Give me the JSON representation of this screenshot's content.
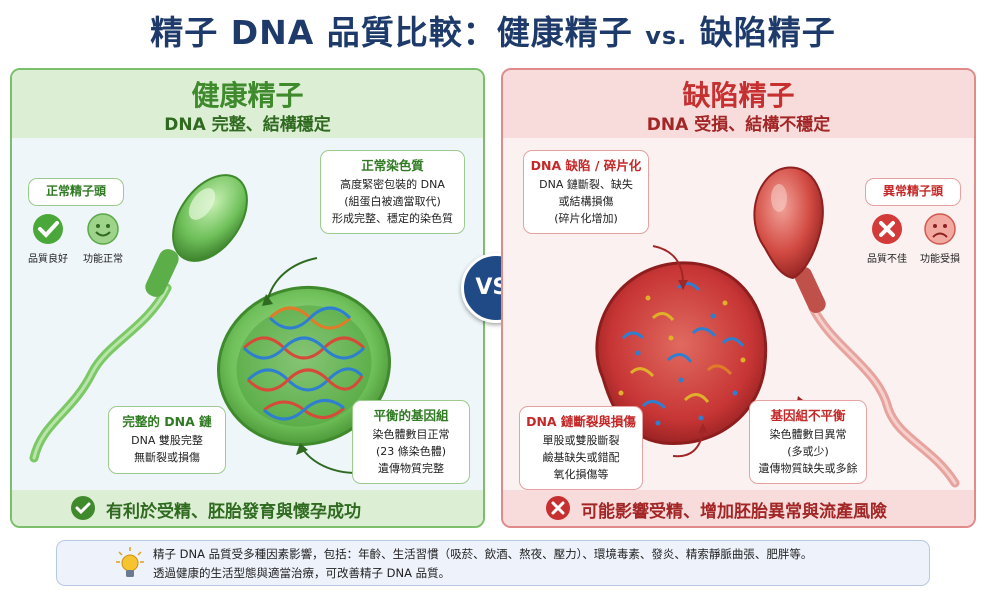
{
  "title": {
    "prefix": "精子 DNA 品質比較：健康精子",
    "vs": "vs.",
    "suffix": "缺陷精子"
  },
  "left": {
    "heading": "健康精子",
    "subheading": "DNA 完整、結構穩定",
    "head_label": {
      "title": "正常精子頭",
      "items": [
        "品質良好",
        "功能正常"
      ]
    },
    "chromatin": {
      "title": "正常染色質",
      "lines": [
        "高度緊密包裝的 DNA",
        "(組蛋白被適當取代)",
        "形成完整、穩定的染色質"
      ]
    },
    "dna_chain": {
      "title": "完整的 DNA 鏈",
      "lines": [
        "DNA 雙股完整",
        "無斷裂或損傷"
      ]
    },
    "genome": {
      "title": "平衡的基因組",
      "lines": [
        "染色體數目正常",
        "(23 條染色體)",
        "遺傳物質完整"
      ]
    },
    "footer": "有利於受精、胚胎發育與懷孕成功",
    "colors": {
      "accent": "#3f8a2c",
      "cell": "#6fc05a"
    }
  },
  "vs_label": "VS.",
  "right": {
    "heading": "缺陷精子",
    "subheading": "DNA 受損、結構不穩定",
    "head_label": {
      "title": "異常精子頭",
      "items": [
        "品質不佳",
        "功能受損"
      ]
    },
    "defect": {
      "title": "DNA 缺陷 / 碎片化",
      "lines": [
        "DNA 鏈斷裂、缺失",
        "或結構損傷",
        "(碎片化增加)"
      ]
    },
    "breaks": {
      "title": "DNA 鏈斷裂與損傷",
      "lines": [
        "單股或雙股斷裂",
        "鹼基缺失或錯配",
        "氧化損傷等"
      ]
    },
    "imbalance": {
      "title": "基因組不平衡",
      "lines": [
        "染色體數目異常",
        "(多或少)",
        "遺傳物質缺失或多餘"
      ]
    },
    "footer": "可能影響受精、增加胚胎異常與流產風險",
    "colors": {
      "accent": "#c73030",
      "cell": "#d94545"
    }
  },
  "info": {
    "line1": "精子 DNA 品質受多種因素影響，包括：年齡、生活習慣（吸菸、飲酒、熬夜、壓力）、環境毒素、發炎、精索靜脈曲張、肥胖等。",
    "line2": "透過健康的生活型態與適當治療，可改善精子 DNA 品質。"
  }
}
